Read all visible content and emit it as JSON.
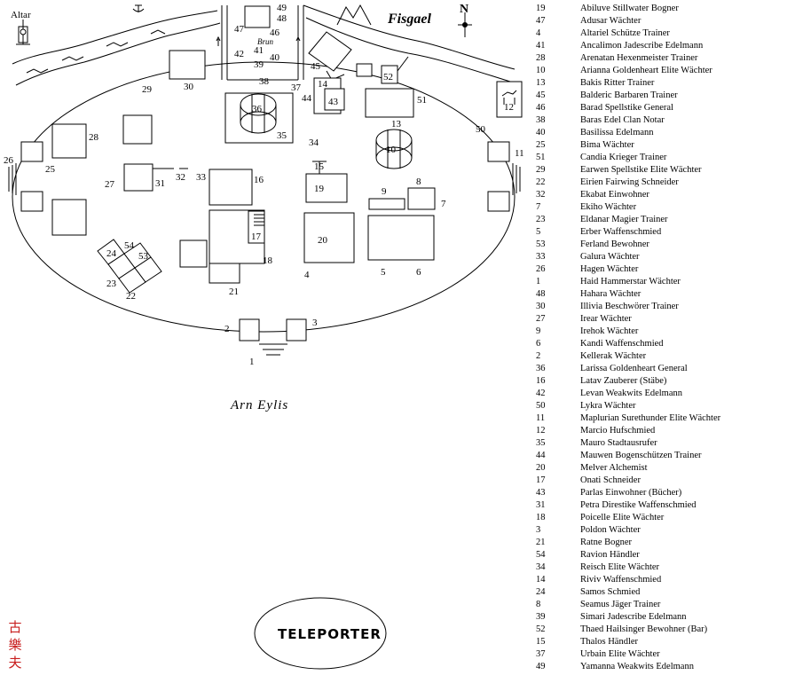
{
  "map": {
    "title": "Fisgael",
    "city_name": "Arn Eylis",
    "altar_label": "Altar",
    "compass_label": "N",
    "teleporter_label": "TELEPORTER",
    "brunnen_label": "Brun",
    "seal_text": "古樂夫",
    "icons": [
      "altar-icon",
      "compass-icon",
      "horse-icon",
      "anchor-icon",
      "mountain-icon"
    ]
  },
  "legend": [
    {
      "num": "19",
      "name": "Abiluve Stillwater",
      "title": "Bogner"
    },
    {
      "num": "47",
      "name": "Adusar",
      "title": "Wächter"
    },
    {
      "num": "4",
      "name": "Altariel",
      "title": "Schütze Trainer"
    },
    {
      "num": "41",
      "name": "Ancalimon Jadescribe",
      "title": "Edelmann"
    },
    {
      "num": "28",
      "name": "Arenatan",
      "title": "Hexenmeister Trainer"
    },
    {
      "num": "10",
      "name": "Arianna Goldenheart",
      "title": "Elite Wächter"
    },
    {
      "num": "13",
      "name": "Bakis",
      "title": "Ritter Trainer"
    },
    {
      "num": "45",
      "name": "Balderic",
      "title": "Barbaren Trainer"
    },
    {
      "num": "46",
      "name": "Barad Spellstike",
      "title": "General"
    },
    {
      "num": "38",
      "name": "Baras Edel",
      "title": "Clan Notar"
    },
    {
      "num": "40",
      "name": "Basilissa",
      "title": "Edelmann"
    },
    {
      "num": "25",
      "name": "Bima",
      "title": "Wächter"
    },
    {
      "num": "51",
      "name": "Candia",
      "title": "Krieger Trainer"
    },
    {
      "num": "29",
      "name": "Earwen Spellstike",
      "title": "Elite Wächter"
    },
    {
      "num": "22",
      "name": "Eirien Fairwing",
      "title": "Schneider"
    },
    {
      "num": "32",
      "name": "Ekabat",
      "title": "Einwohner"
    },
    {
      "num": "7",
      "name": "Ekiho",
      "title": "Wächter"
    },
    {
      "num": "23",
      "name": "Eldanar",
      "title": "Magier Trainer"
    },
    {
      "num": "5",
      "name": "Erber",
      "title": "Waffenschmied"
    },
    {
      "num": "53",
      "name": "Ferland",
      "title": "Bewohner"
    },
    {
      "num": "33",
      "name": "Galura",
      "title": "Wächter"
    },
    {
      "num": "26",
      "name": "Hagen",
      "title": "Wächter"
    },
    {
      "num": "1",
      "name": "Haid Hammerstar",
      "title": "Wächter"
    },
    {
      "num": "48",
      "name": "Hahara",
      "title": "Wächter"
    },
    {
      "num": "30",
      "name": "Illivia",
      "title": "Beschwörer Trainer"
    },
    {
      "num": "27",
      "name": "Irear",
      "title": "Wächter"
    },
    {
      "num": "9",
      "name": "Irehok",
      "title": "Wächter"
    },
    {
      "num": "6",
      "name": "Kandi",
      "title": "Waffenschmied"
    },
    {
      "num": "2",
      "name": "Kellerak",
      "title": "Wächter"
    },
    {
      "num": "36",
      "name": "Larissa Goldenheart",
      "title": "General"
    },
    {
      "num": "16",
      "name": "Latav",
      "title": "Zauberer (Stäbe)"
    },
    {
      "num": "42",
      "name": "Levan Weakwits",
      "title": "Edelmann"
    },
    {
      "num": "50",
      "name": "Lykra",
      "title": "Wächter"
    },
    {
      "num": "11",
      "name": "Maplurian Surethunder",
      "title": "Elite Wächter"
    },
    {
      "num": "12",
      "name": "Marcio",
      "title": "Hufschmied"
    },
    {
      "num": "35",
      "name": "Mauro",
      "title": "Stadtausrufer"
    },
    {
      "num": "44",
      "name": "Mauwen",
      "title": "Bogenschützen Trainer"
    },
    {
      "num": "20",
      "name": "Melver",
      "title": "Alchemist"
    },
    {
      "num": "17",
      "name": "Onati",
      "title": "Schneider"
    },
    {
      "num": "43",
      "name": "Parlas",
      "title": "Einwohner (Bücher)"
    },
    {
      "num": "31",
      "name": "Petra Direstike",
      "title": "Waffenschmied"
    },
    {
      "num": "18",
      "name": "Poicelle",
      "title": "Elite Wächter"
    },
    {
      "num": "3",
      "name": "Poldon",
      "title": "Wächter"
    },
    {
      "num": "21",
      "name": "Ratne",
      "title": "Bogner"
    },
    {
      "num": "54",
      "name": "Ravion",
      "title": "Händler"
    },
    {
      "num": "34",
      "name": "Reisch",
      "title": "Elite Wächter"
    },
    {
      "num": "14",
      "name": "Riviv",
      "title": "Waffenschmied"
    },
    {
      "num": "24",
      "name": "Samos",
      "title": "Schmied"
    },
    {
      "num": "8",
      "name": "Seamus",
      "title": "Jäger Trainer"
    },
    {
      "num": "39",
      "name": "Simari Jadescribe",
      "title": "Edelmann"
    },
    {
      "num": "52",
      "name": "Thaed Hailsinger",
      "title": "Bewohner (Bar)"
    },
    {
      "num": "15",
      "name": "Thalos",
      "title": "Händler"
    },
    {
      "num": "37",
      "name": "Urbain",
      "title": "Elite Wächter"
    },
    {
      "num": "49",
      "name": "Yamanna Weakwits",
      "title": "Edelmann"
    }
  ]
}
